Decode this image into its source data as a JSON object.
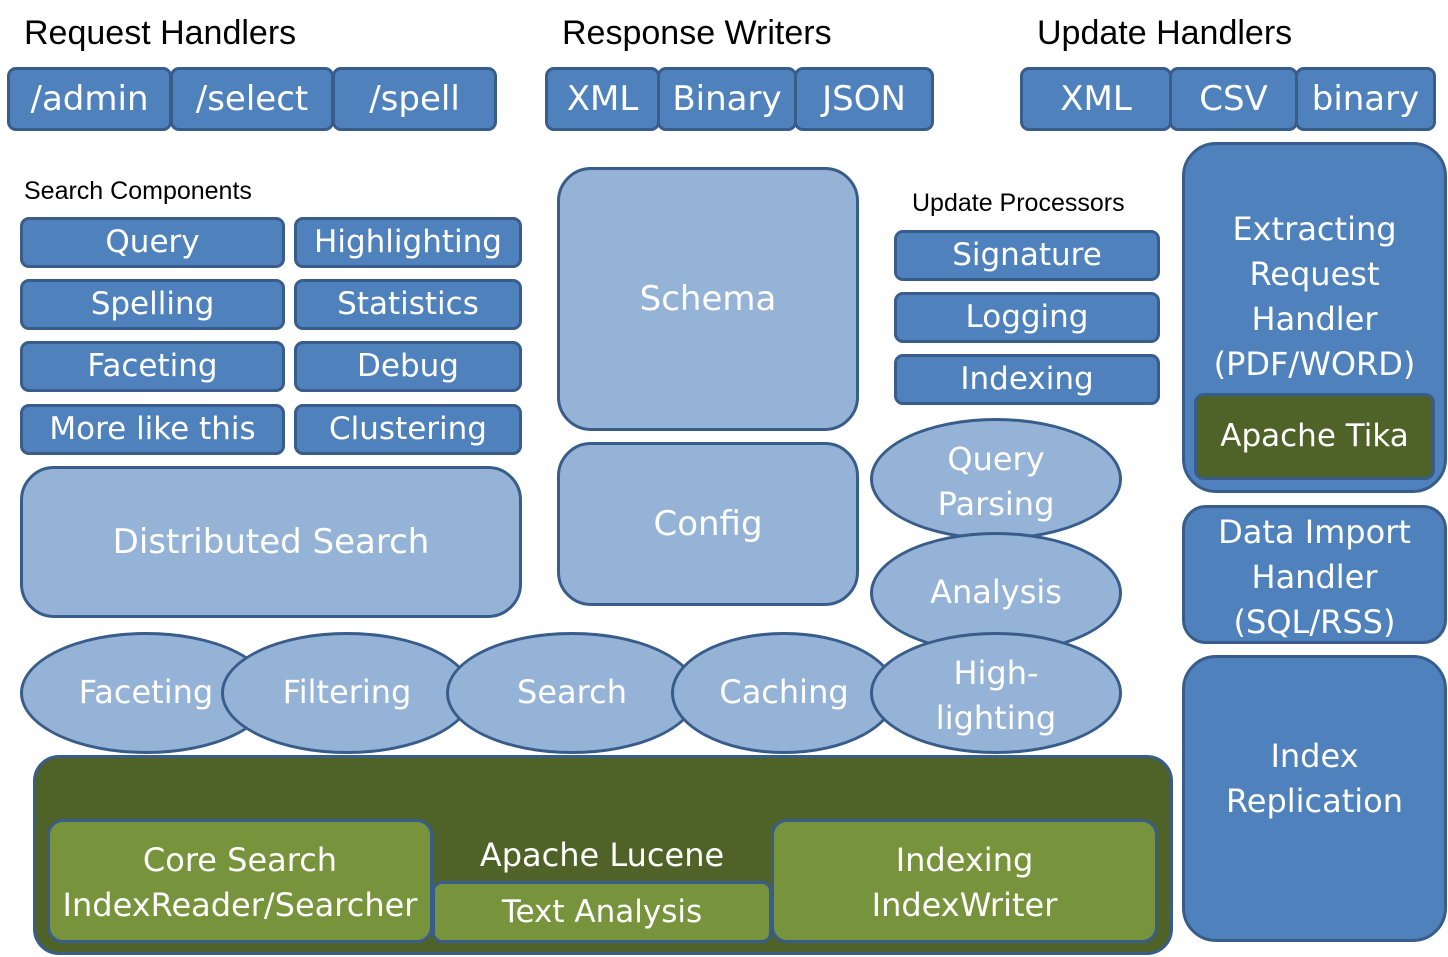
{
  "request_handlers": {
    "title": "Request Handlers",
    "items": [
      "/admin",
      "/select",
      "/spell"
    ]
  },
  "response_writers": {
    "title": "Response Writers",
    "items": [
      "XML",
      "Binary",
      "JSON"
    ]
  },
  "update_handlers": {
    "title": "Update Handlers",
    "items": [
      "XML",
      "CSV",
      "binary"
    ]
  },
  "search_components": {
    "title": "Search Components",
    "items": [
      "Query",
      "Highlighting",
      "Spelling",
      "Statistics",
      "Faceting",
      "Debug",
      "More like this",
      "Clustering"
    ]
  },
  "distributed_search": "Distributed Search",
  "schema": "Schema",
  "config": "Config",
  "update_processors": {
    "title": "Update Processors",
    "items": [
      "Signature",
      "Logging",
      "Indexing"
    ]
  },
  "extracting_handler": [
    "Extracting",
    "Request",
    "Handler",
    "(PDF/WORD)"
  ],
  "apache_tika": "Apache Tika",
  "data_import_handler": [
    "Data Import",
    "Handler",
    "(SQL/RSS)"
  ],
  "index_replication": [
    "Index",
    "Replication"
  ],
  "query_parsing": [
    "Query",
    "Parsing"
  ],
  "analysis": "Analysis",
  "highlighting_oval": [
    "High-",
    "lighting"
  ],
  "core_ovals": [
    "Faceting",
    "Filtering",
    "Search",
    "Caching"
  ],
  "lucene": {
    "title": "Apache Lucene",
    "core_search": [
      "Core Search",
      "IndexReader/Searcher"
    ],
    "text_analysis": "Text Analysis",
    "indexing": [
      "Indexing",
      "IndexWriter"
    ]
  }
}
